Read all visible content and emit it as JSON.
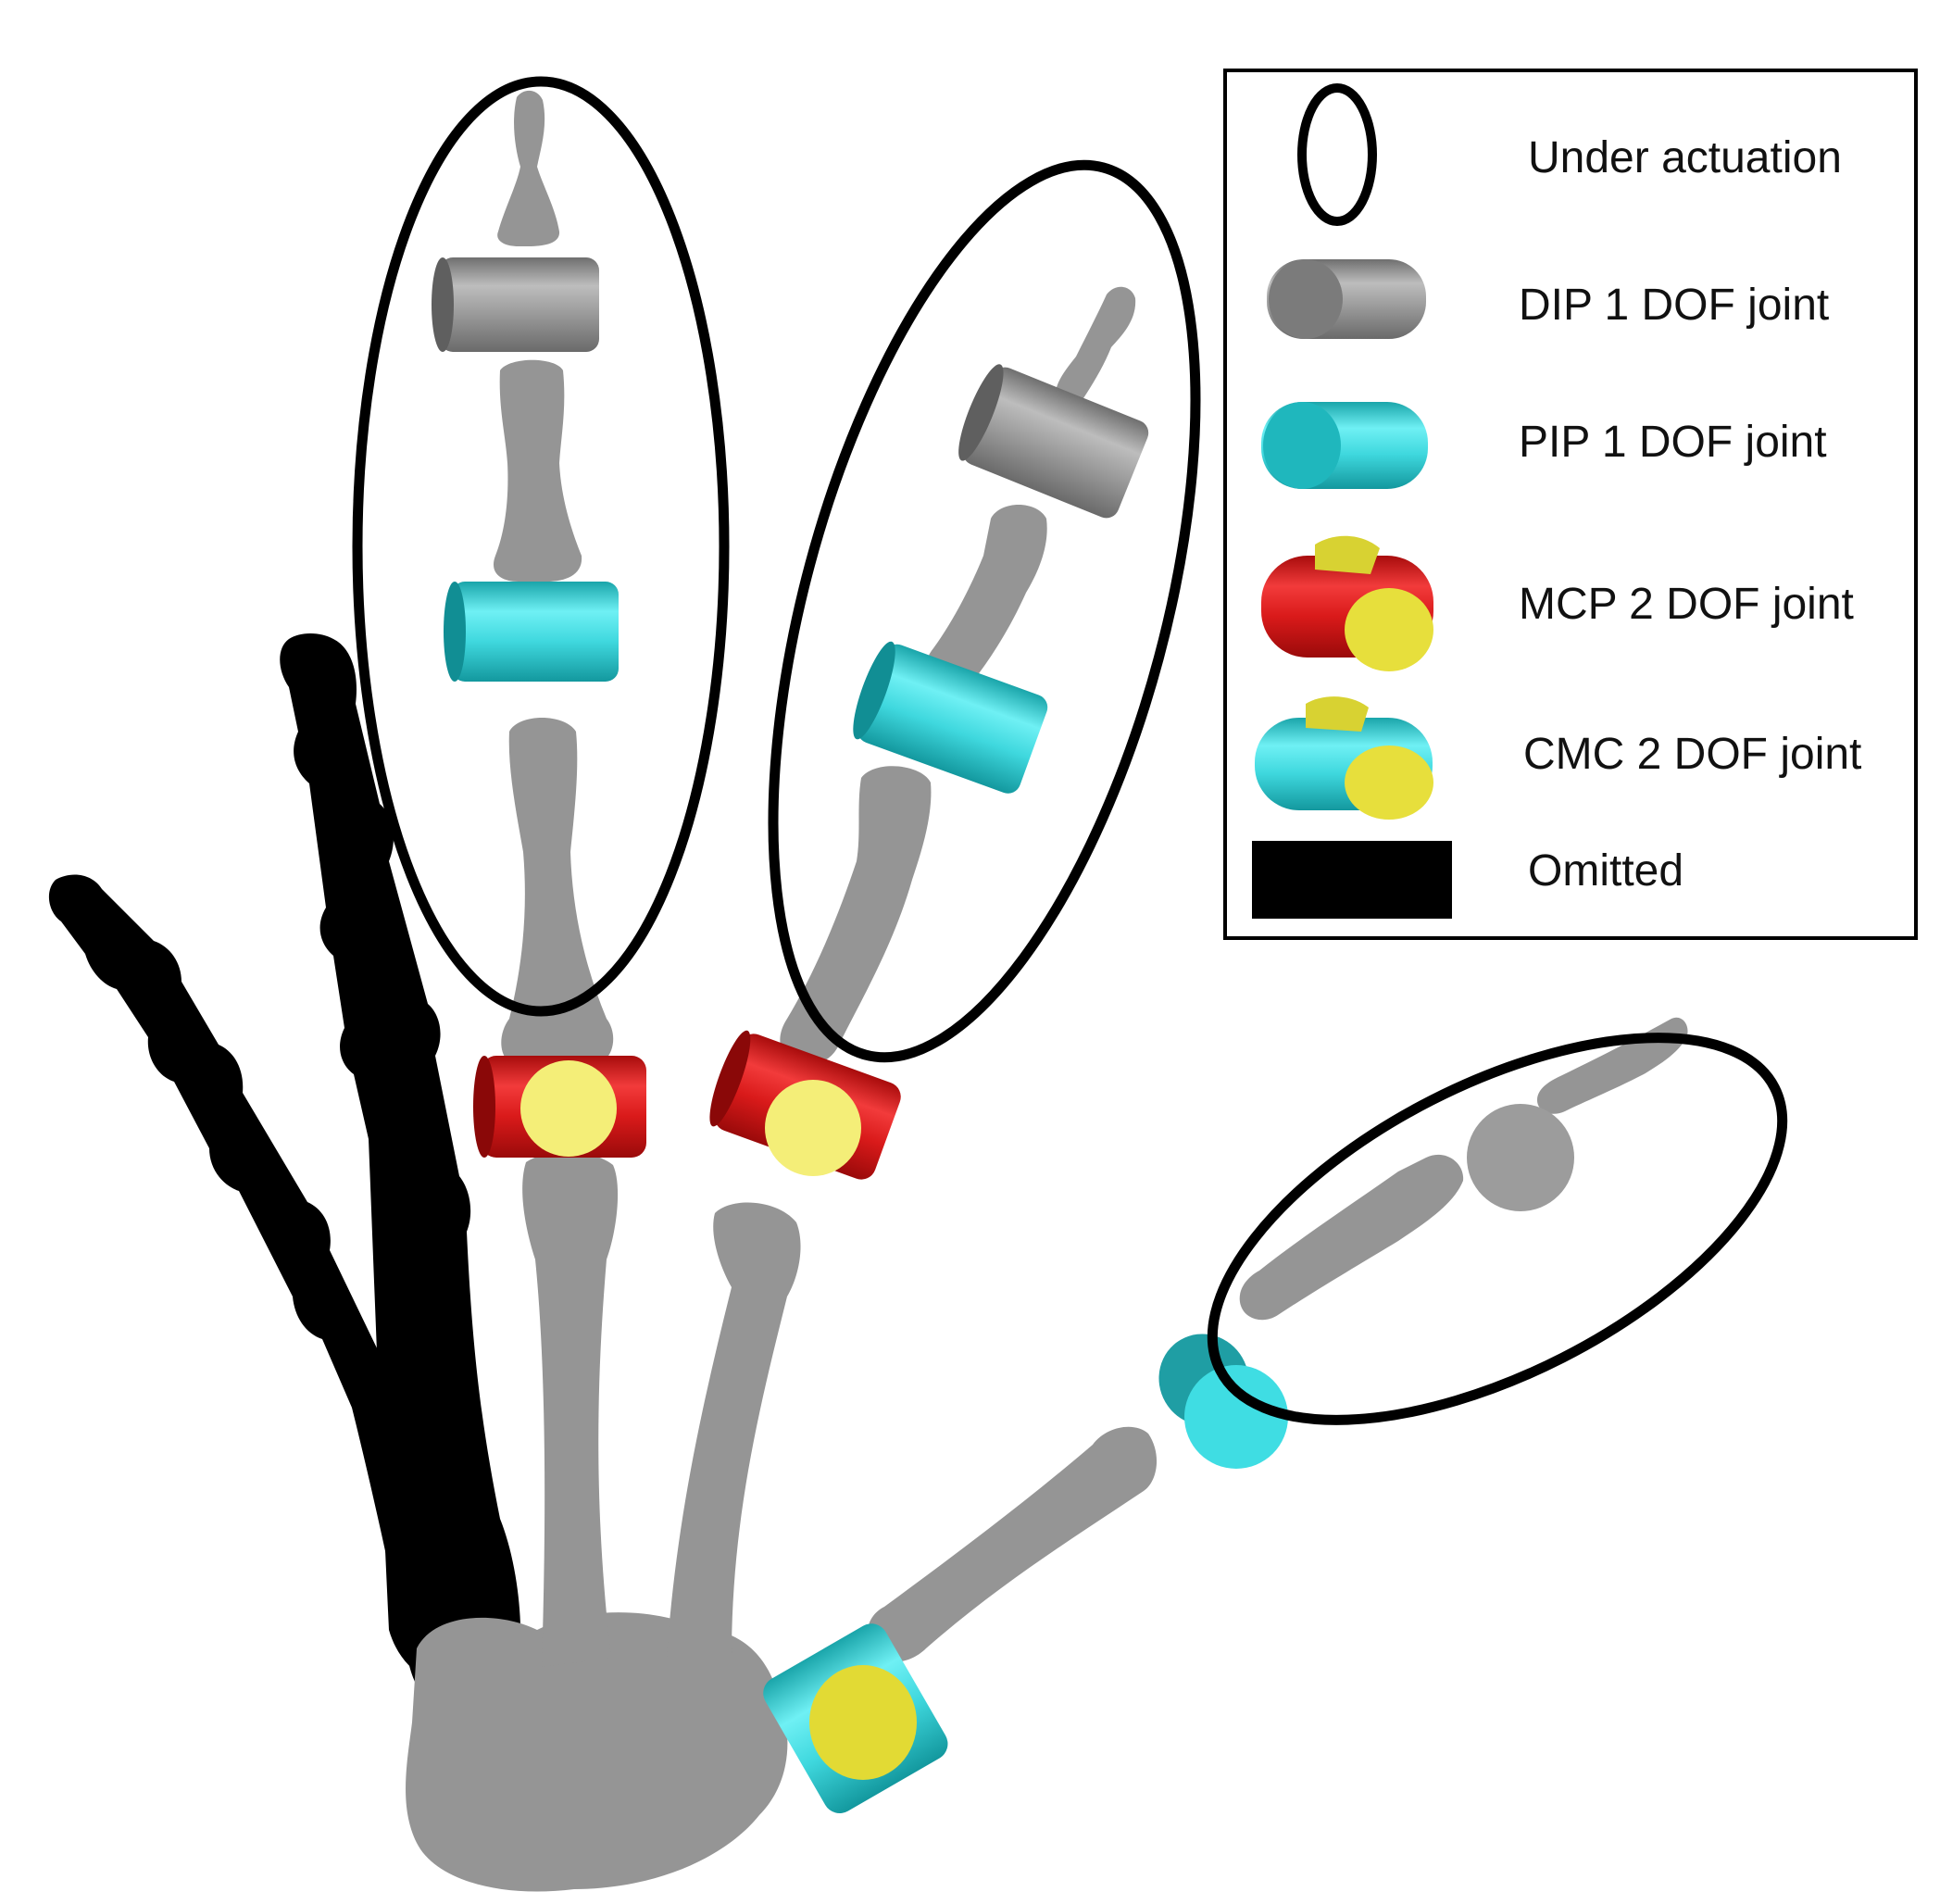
{
  "legend": {
    "items": [
      {
        "label": "Under actuation",
        "symbol": "ellipse-outline"
      },
      {
        "label": "DIP 1 DOF joint",
        "symbol": "gray-cylinder"
      },
      {
        "label": "PIP 1 DOF joint",
        "symbol": "cyan-cylinder"
      },
      {
        "label": "MCP 2 DOF joint",
        "symbol": "red-yellow-cylinder-pair"
      },
      {
        "label": "CMC 2 DOF joint",
        "symbol": "cyan-yellow-cylinder-pair"
      },
      {
        "label": "Omitted",
        "symbol": "black-rectangle"
      }
    ]
  },
  "colors": {
    "bone": "#959595",
    "dip_joint": "#9a9a9a",
    "pip_joint": "#38d6dc",
    "mcp_joint": "#dd1d1d",
    "joint_yellow": "#f2ec6e",
    "cmc_yellow": "#e5dd3a",
    "omitted": "#000000",
    "outline": "#000000"
  },
  "fingers": [
    {
      "name": "index",
      "status": "under-actuated",
      "joints": [
        "DIP",
        "PIP",
        "MCP"
      ]
    },
    {
      "name": "middle",
      "status": "under-actuated",
      "joints": [
        "DIP",
        "PIP",
        "MCP"
      ]
    },
    {
      "name": "thumb",
      "status": "under-actuated",
      "joints": [
        "IP",
        "MCP",
        "CMC"
      ]
    },
    {
      "name": "ring",
      "status": "omitted"
    },
    {
      "name": "little",
      "status": "omitted"
    }
  ]
}
